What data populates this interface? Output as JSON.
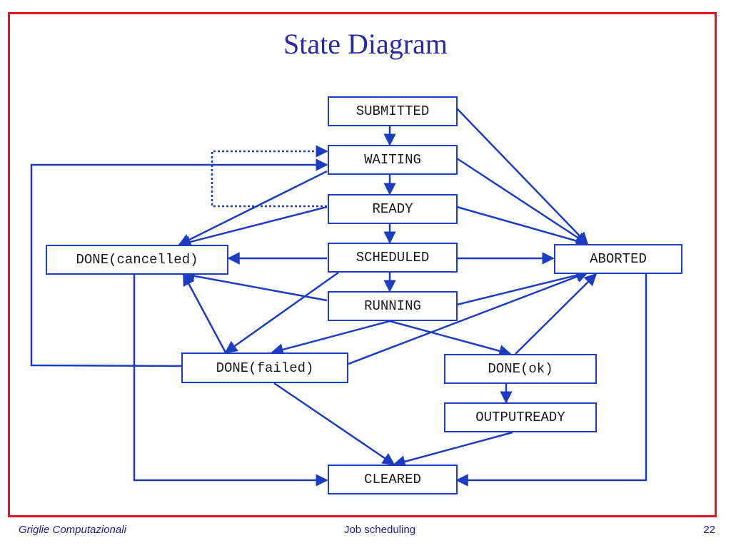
{
  "title": "State Diagram",
  "states": {
    "submitted": "SUBMITTED",
    "waiting": "WAITING",
    "ready": "READY",
    "scheduled": "SCHEDULED",
    "running": "RUNNING",
    "done_cancelled": "DONE(cancelled)",
    "aborted": "ABORTED",
    "done_failed": "DONE(failed)",
    "done_ok": "DONE(ok)",
    "outputready": "OUTPUTREADY",
    "cleared": "CLEARED"
  },
  "footer": {
    "course": "Griglie Computazionali",
    "topic": "Job scheduling",
    "page": "22"
  },
  "colors": {
    "edge": "#1d3cc4",
    "frame": "#e8121c",
    "title": "#2a2aa0"
  }
}
